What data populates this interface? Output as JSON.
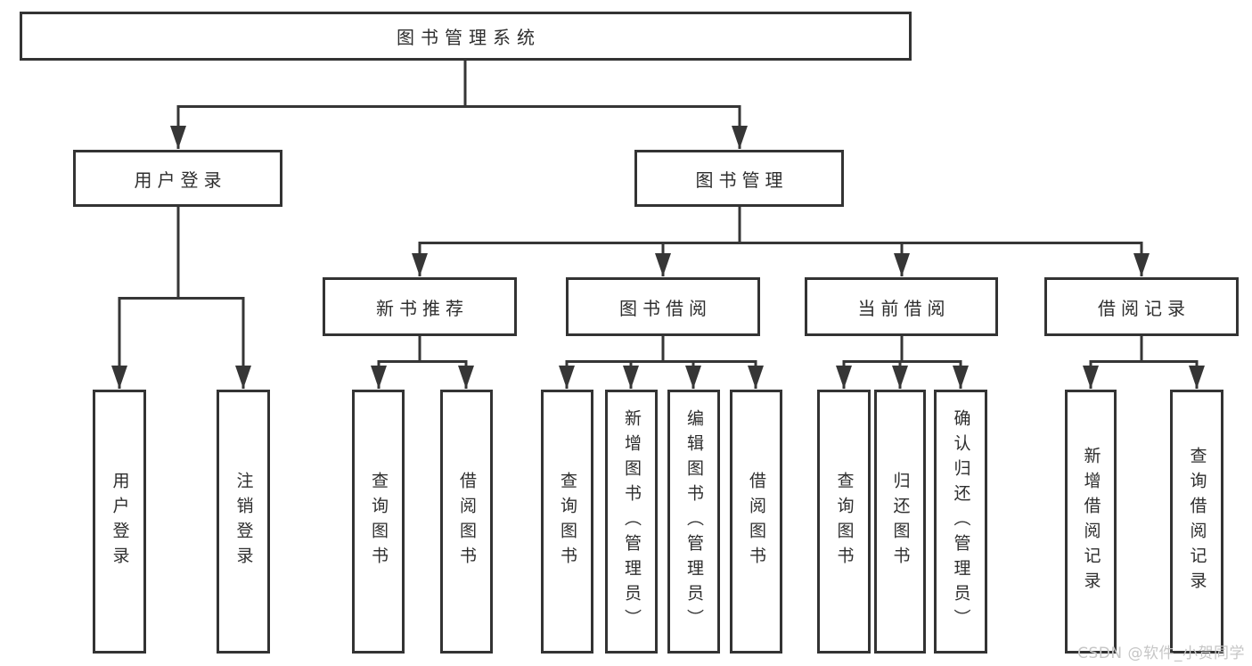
{
  "diagram": {
    "root": {
      "label": "图书管理系统"
    },
    "level2": [
      {
        "label": "用户登录"
      },
      {
        "label": "图书管理"
      }
    ],
    "level3": [
      {
        "label": "新书推荐",
        "parent": "图书管理"
      },
      {
        "label": "图书借阅",
        "parent": "图书管理"
      },
      {
        "label": "当前借阅",
        "parent": "图书管理"
      },
      {
        "label": "借阅记录",
        "parent": "图书管理"
      }
    ],
    "leaves": {
      "user_login": [
        {
          "label": "用户登录"
        },
        {
          "label": "注销登录"
        }
      ],
      "new_book": [
        {
          "label": "查询图书"
        },
        {
          "label": "借阅图书"
        }
      ],
      "book_borrow": [
        {
          "label": "查询图书"
        },
        {
          "label": "新增图书（管理员）"
        },
        {
          "label": "编辑图书（管理员）"
        },
        {
          "label": "借阅图书"
        }
      ],
      "current_borrow": [
        {
          "label": "查询图书"
        },
        {
          "label": "归还图书"
        },
        {
          "label": "确认归还（管理员）"
        }
      ],
      "borrow_record": [
        {
          "label": "新增借阅记录"
        },
        {
          "label": "查询借阅记录"
        }
      ]
    }
  },
  "watermark": {
    "text": "CSDN @软件_小贺同学"
  },
  "colors": {
    "background": "#ffffff",
    "line": "#363636",
    "box_border": "#333333",
    "text": "#2e2e2e",
    "watermark": "#c6c6c6"
  }
}
